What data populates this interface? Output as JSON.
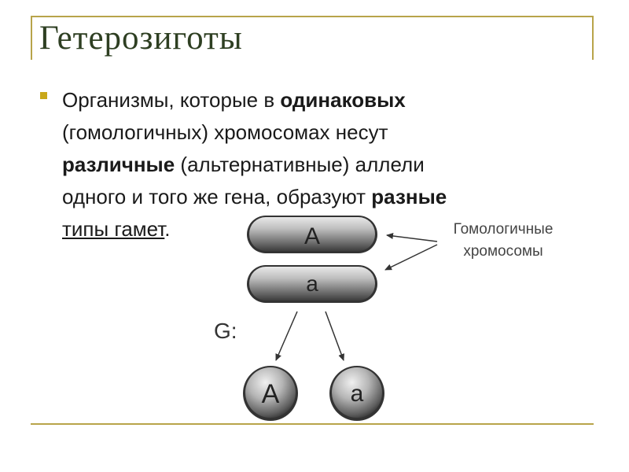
{
  "slide": {
    "title": "Гетерозиготы",
    "bullet": {
      "line1_a": "Организмы, которые в ",
      "line1_b": "одинаковых",
      "line2": "(гомологичных) хромосомах несут",
      "line3_a": "различные",
      "line3_b": " (альтернативные) аллели",
      "line4_a": "одного и того же гена, образуют ",
      "line4_b": "разные",
      "line5_a": "типы гамет",
      "line5_b": "."
    }
  },
  "diagram": {
    "chromosome_top": "A",
    "chromosome_bottom": "a",
    "callout_line1": "Гомологичные",
    "callout_line2": "хромосомы",
    "gametes_label": "G:",
    "gamete_left": "A",
    "gamete_right": "a"
  }
}
